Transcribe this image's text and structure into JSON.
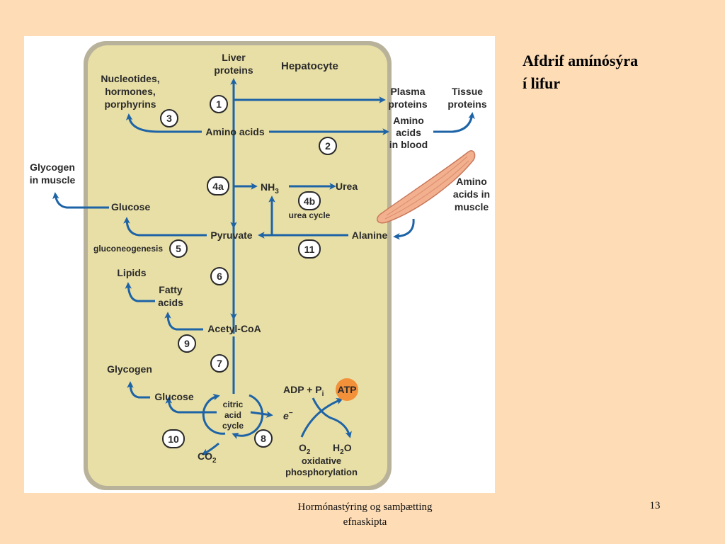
{
  "slide": {
    "title_line1": "Afdrif amínósýra",
    "title_line2": "í lifur",
    "footer_line1": "Hormónastýring og samþætting",
    "footer_line2": "efnaskipta",
    "page_number": "13"
  },
  "diagram": {
    "cell_title": "Hepatocyte",
    "nodes": {
      "liver_proteins_1": "Liver",
      "liver_proteins_2": "proteins",
      "plasma_proteins_1": "Plasma",
      "plasma_proteins_2": "proteins",
      "tissue_proteins_1": "Tissue",
      "tissue_proteins_2": "proteins",
      "nucleotides_1": "Nucleotides,",
      "nucleotides_2": "hormones,",
      "nucleotides_3": "porphyrins",
      "amino_acids": "Amino acids",
      "amino_blood_1": "Amino",
      "amino_blood_2": "acids",
      "amino_blood_3": "in blood",
      "glycogen_muscle_1": "Glycogen",
      "glycogen_muscle_2": "in muscle",
      "nh3": "NH",
      "nh3_sub": "3",
      "urea": "Urea",
      "urea_cycle": "urea cycle",
      "amino_muscle_1": "Amino",
      "amino_muscle_2": "acids in",
      "amino_muscle_3": "muscle",
      "glucose_top": "Glucose",
      "pyruvate": "Pyruvate",
      "alanine": "Alanine",
      "gluconeogenesis": "gluconeogenesis",
      "lipids": "Lipids",
      "fatty_acids_1": "Fatty",
      "fatty_acids_2": "acids",
      "acetyl_coa": "Acetyl-CoA",
      "glycogen": "Glycogen",
      "glucose_bottom": "Glucose",
      "citric_1": "citric",
      "citric_2": "acid",
      "citric_3": "cycle",
      "adp_pi": "ADP + P",
      "pi_sub": "i",
      "atp": "ATP",
      "electron": "e",
      "electron_sup": "−",
      "co2": "CO",
      "co2_sub": "2",
      "o2": "O",
      "o2_sub": "2",
      "h2o_h": "H",
      "h2o_sub": "2",
      "h2o_o": "O",
      "oxidative_1": "oxidative",
      "oxidative_2": "phosphorylation"
    },
    "steps": {
      "s1": "1",
      "s2": "2",
      "s3": "3",
      "s4a": "4a",
      "s4b": "4b",
      "s5": "5",
      "s6": "6",
      "s7": "7",
      "s8": "8",
      "s9": "9",
      "s10": "10",
      "s11": "11"
    },
    "colors": {
      "cell_fill": "#e8dfa6",
      "cell_border": "#8a8a8a",
      "arrow": "#1d63a6",
      "atp": "#f3903a",
      "muscle": "#f2b08f"
    }
  }
}
